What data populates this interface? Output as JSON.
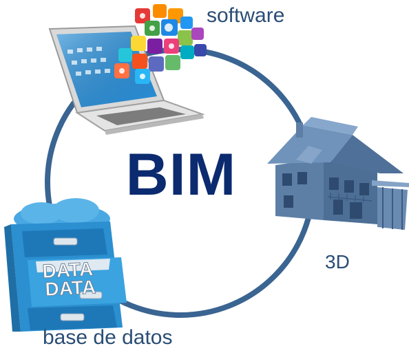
{
  "diagram": {
    "center_label": "BIM",
    "nodes": [
      {
        "id": "software",
        "label": "software",
        "icon": "laptop-with-app-icons"
      },
      {
        "id": "3d",
        "label": "3D",
        "icon": "3d-house-model"
      },
      {
        "id": "db",
        "label": "base de datos",
        "icon": "file-cabinet-data"
      }
    ],
    "cabinet_text": "DATA",
    "colors": {
      "ring": "#3a6491",
      "title": "#0b2a6f",
      "label": "#2a4d75",
      "house": "#5d7fa6",
      "cabinet": "#2b8fd0"
    }
  }
}
